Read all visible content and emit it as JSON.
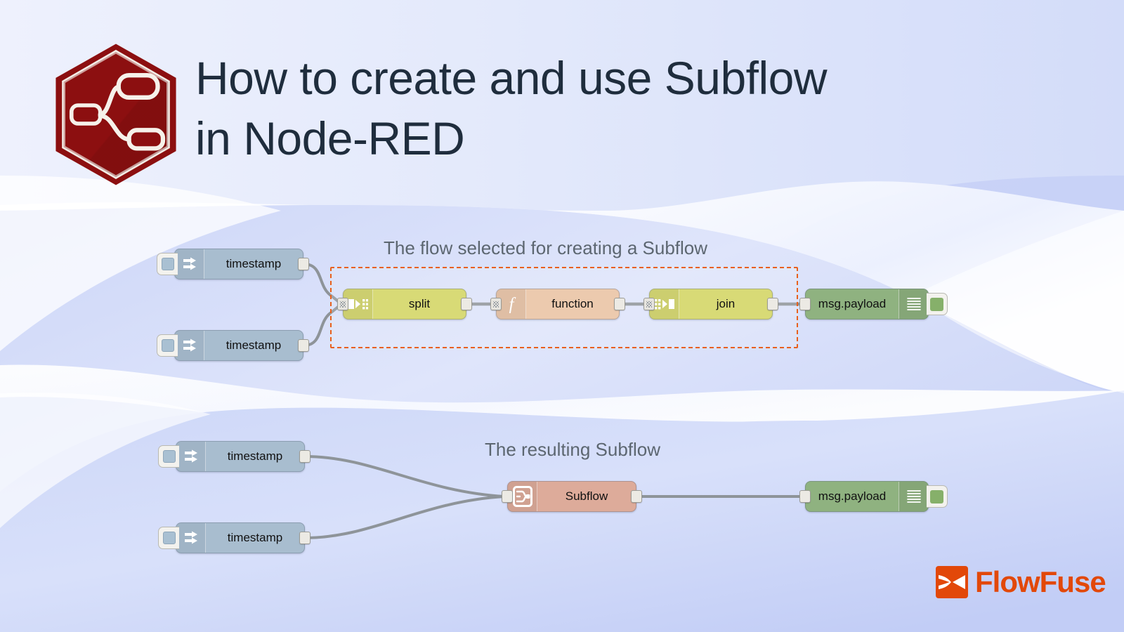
{
  "header": {
    "title_line1": "How to create and use Subflow",
    "title_line2": "in Node-RED",
    "logo_name": "node-red-hexagon-logo",
    "title_color": "#1f2d3d"
  },
  "captions": {
    "flow_selected": "The flow selected for creating a Subflow",
    "resulting_subflow": "The resulting Subflow"
  },
  "flow_top": {
    "nodes": [
      {
        "id": "inject-top",
        "label": "timestamp",
        "type": "inject",
        "icon": "inject-arrow-icon",
        "color": "#a8bdcf"
      },
      {
        "id": "inject-bottom",
        "label": "timestamp",
        "type": "inject",
        "icon": "inject-arrow-icon",
        "color": "#a8bdcf"
      },
      {
        "id": "split",
        "label": "split",
        "type": "split",
        "icon": "split-icon",
        "color": "#d8da76"
      },
      {
        "id": "function",
        "label": "function",
        "type": "function",
        "icon": "function-f-icon",
        "color": "#eccaae"
      },
      {
        "id": "join",
        "label": "join",
        "type": "join",
        "icon": "join-icon",
        "color": "#d8da76"
      },
      {
        "id": "debug",
        "label": "msg.payload",
        "type": "debug",
        "icon": "debug-lines-icon",
        "color": "#8fb280"
      }
    ],
    "selection_color": "#e8601c",
    "selection_style": "dashed"
  },
  "flow_bottom": {
    "nodes": [
      {
        "id": "inject-top2",
        "label": "timestamp",
        "type": "inject",
        "icon": "inject-arrow-icon",
        "color": "#a8bdcf"
      },
      {
        "id": "inject-bottom2",
        "label": "timestamp",
        "type": "inject",
        "icon": "inject-arrow-icon",
        "color": "#a8bdcf"
      },
      {
        "id": "subflow",
        "label": "Subflow",
        "type": "subflow",
        "icon": "subflow-icon",
        "color": "#ddab9a"
      },
      {
        "id": "debug2",
        "label": "msg.payload",
        "type": "debug",
        "icon": "debug-lines-icon",
        "color": "#8fb280"
      }
    ]
  },
  "branding": {
    "wordmark": "FlowFuse",
    "mark_name": "flowfuse-mark-icon",
    "brand_color": "#e24809"
  },
  "theme": {
    "background_base": "#c8d2f7",
    "wave_color": "#ffffff",
    "node_red_red": "#8f0f10"
  }
}
